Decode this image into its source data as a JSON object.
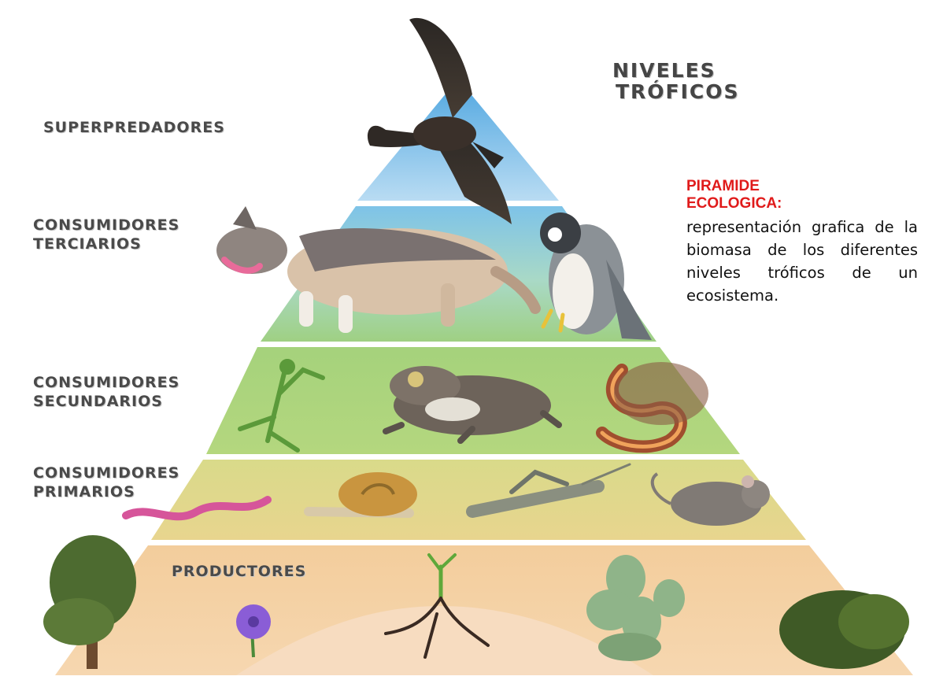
{
  "title": {
    "line1": "NIVELES",
    "line2": "TRÓFICOS"
  },
  "definition": {
    "heading_line1": "PIRAMIDE",
    "heading_line2": "ECOLOGICA:",
    "body": "representación grafica de la biomasa de los diferentes niveles tróficos de un ecosistema."
  },
  "levels": {
    "superpredadores": {
      "line1": "SUPERPREDADORES"
    },
    "terciarios": {
      "line1": "CONSUMIDORES",
      "line2": "TERCIARIOS"
    },
    "secundarios": {
      "line1": "CONSUMIDORES",
      "line2": "SECUNDARIOS"
    },
    "primarios": {
      "line1": "CONSUMIDORES",
      "line2": "PRIMARIOS"
    },
    "productores": {
      "line1": "PRODUCTORES"
    }
  },
  "organisms": {
    "superpredadores": [
      "eagle-icon"
    ],
    "terciarios": [
      "wolf-icon",
      "falcon-icon"
    ],
    "secundarios": [
      "mantis-icon",
      "toad-icon",
      "snake-icon"
    ],
    "primarios": [
      "worm-icon",
      "snail-icon",
      "grasshopper-icon",
      "mouse-icon"
    ],
    "productores": [
      "tree-icon",
      "flower-icon",
      "seedling-icon",
      "cactus-icon",
      "shrub-icon"
    ]
  },
  "colors": {
    "tier_sky": "#5aaee4",
    "tier_grass": "#a9d27a",
    "tier_soil": "#f2c89a",
    "heading_red": "#e01b1b",
    "label_gray": "#4a4a4a"
  }
}
